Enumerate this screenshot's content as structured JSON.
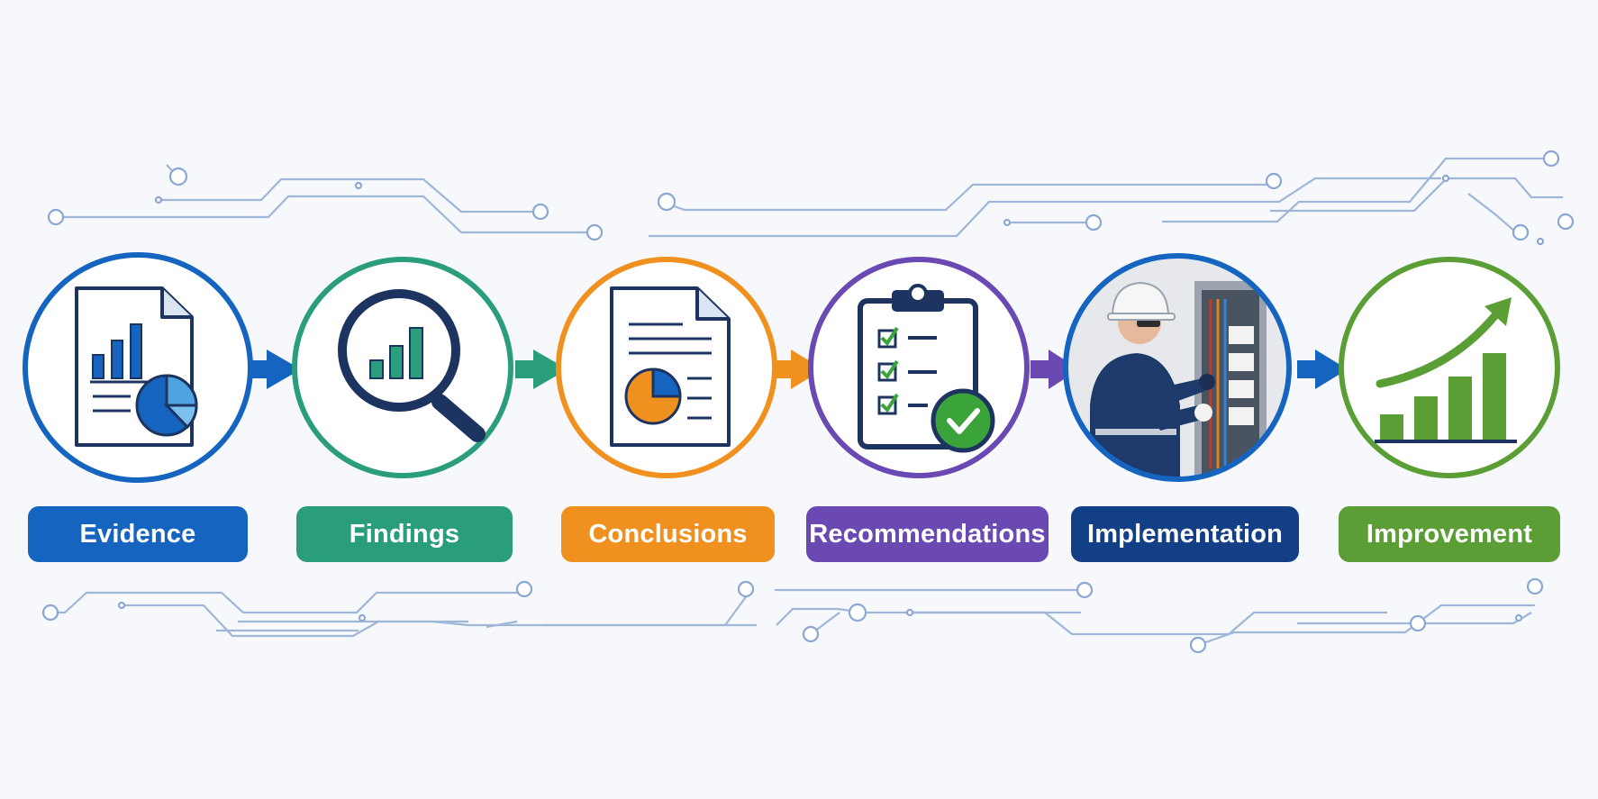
{
  "steps": [
    {
      "label": "Evidence",
      "color": "#1565c0",
      "icon": "document-chart-icon"
    },
    {
      "label": "Findings",
      "color": "#2a9d7c",
      "icon": "magnifier-chart-icon"
    },
    {
      "label": "Conclusions",
      "color": "#f0911f",
      "icon": "report-pie-icon"
    },
    {
      "label": "Recommendations",
      "color": "#6a4ab2",
      "icon": "checklist-clipboard-icon"
    },
    {
      "label": "Implementation",
      "color": "#123f86",
      "icon": "technician-panel-icon"
    },
    {
      "label": "Improvement",
      "color": "#5a9e35",
      "icon": "growth-chart-icon"
    }
  ],
  "colors": {
    "background": "#f7f8fb",
    "circuit_line": "#9fb6d9",
    "navy": "#1d3461"
  }
}
